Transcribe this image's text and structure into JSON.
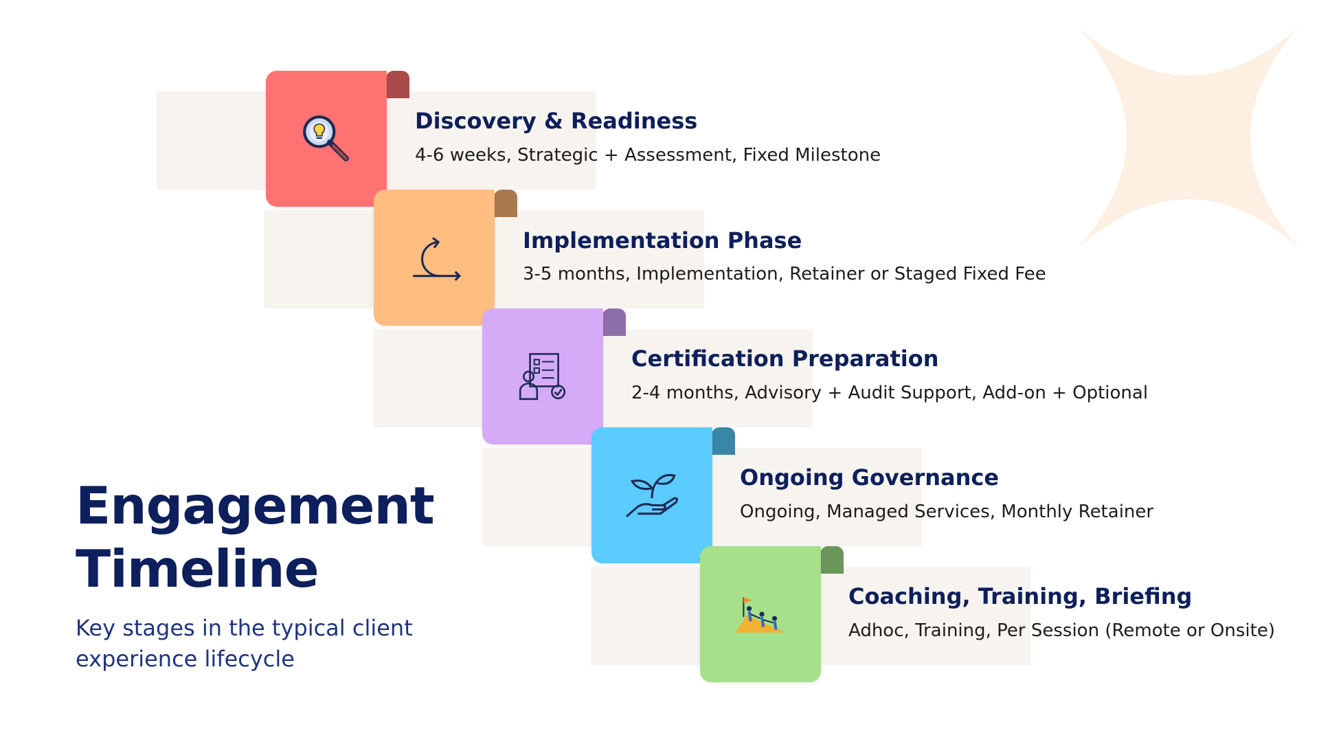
{
  "heading": {
    "title_line1": "Engagement",
    "title_line2": "Timeline",
    "subtitle": "Key stages in the typical client experience lifecycle"
  },
  "stages": [
    {
      "title": "Discovery & Readiness",
      "description": "4-6 weeks, Strategic + Assessment, Fixed Milestone",
      "card_color": "#ff7272",
      "tab_color": "#a84a4a",
      "icon": "magnifier-lightbulb-icon"
    },
    {
      "title": "Implementation Phase",
      "description": "3-5 months, Implementation, Retainer or Staged Fixed Fee",
      "card_color": "#ffbd7f",
      "tab_color": "#a97a4e",
      "icon": "cycle-arrow-icon"
    },
    {
      "title": "Certification Preparation",
      "description": "2-4 months, Advisory + Audit Support, Add-on + Optional",
      "card_color": "#d5aaf7",
      "tab_color": "#8e6ea8",
      "icon": "checklist-person-icon"
    },
    {
      "title": "Ongoing Governance",
      "description": "Ongoing, Managed Services, Monthly Retainer",
      "card_color": "#5bcbfe",
      "tab_color": "#3b86a8",
      "icon": "hand-sprout-icon"
    },
    {
      "title": "Coaching, Training, Briefing",
      "description": "Adhoc, Training, Per Session (Remote or Onsite)",
      "card_color": "#a6e08a",
      "tab_color": "#6a955b",
      "icon": "climbing-team-icon"
    }
  ],
  "colors": {
    "heading": "#0d1f5c",
    "strip_background": "#f7f3ef",
    "star_decoration": "#fdefe1"
  }
}
